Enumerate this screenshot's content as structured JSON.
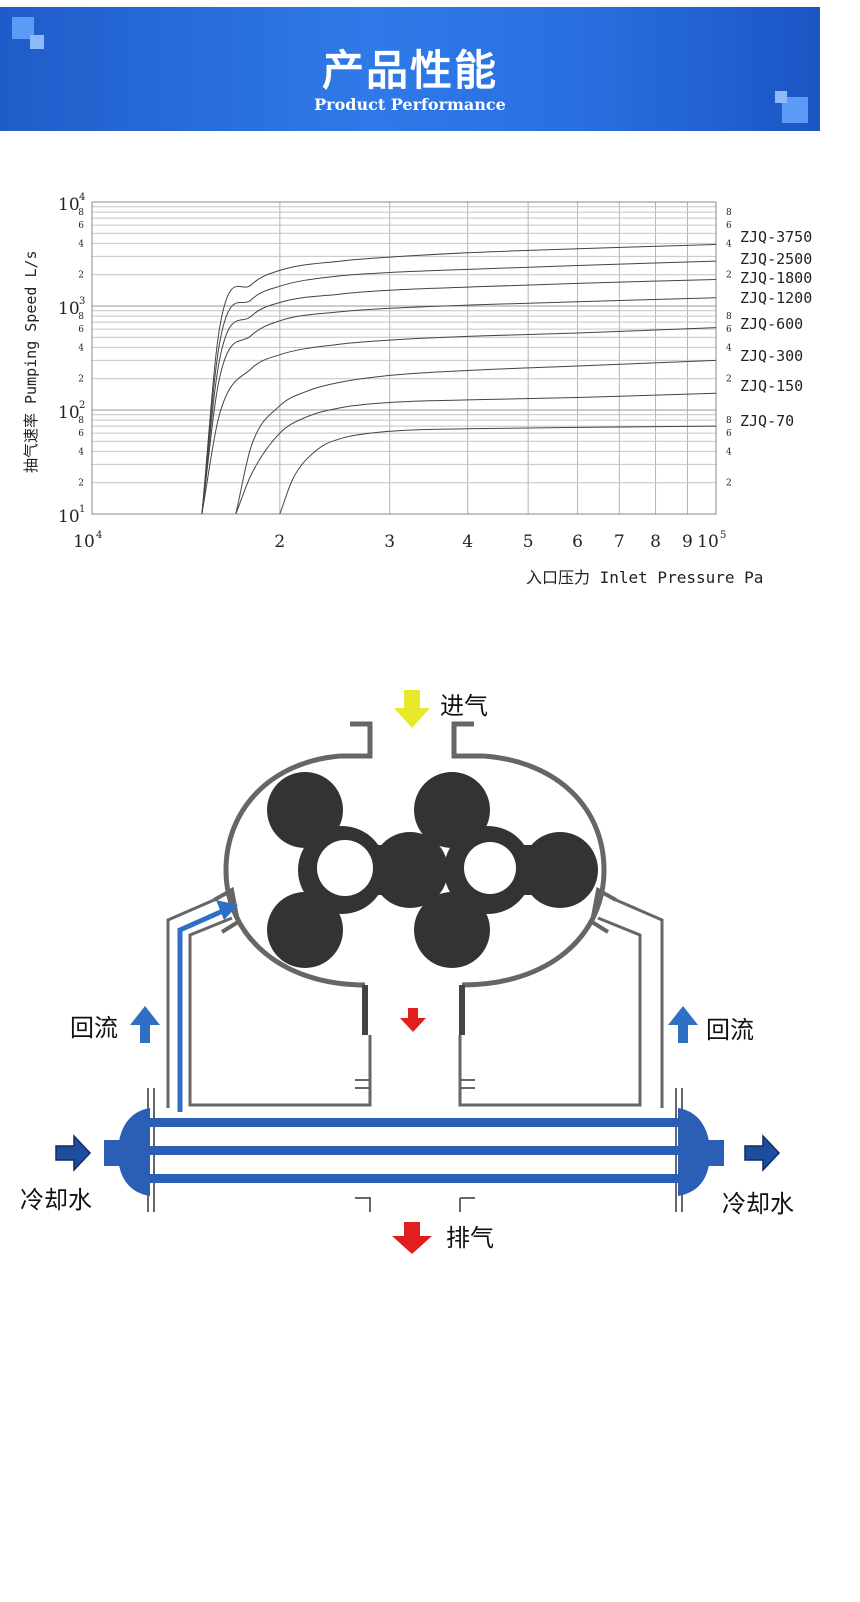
{
  "header": {
    "title": "产品性能",
    "subtitle": "Product Performance"
  },
  "chart_data": {
    "type": "line",
    "xlabel": "入口压力 Inlet Pressure Pa",
    "ylabel": "抽气速率 Pumping Speed L/s",
    "x_scale": "log",
    "y_scale": "log",
    "xlim": [
      10000,
      100000
    ],
    "ylim": [
      10,
      10000
    ],
    "grid": true,
    "x_ticks": [
      {
        "value": 10000,
        "label": "10",
        "sup": "4"
      },
      {
        "value": 20000,
        "label": "2"
      },
      {
        "value": 30000,
        "label": "3"
      },
      {
        "value": 40000,
        "label": "4"
      },
      {
        "value": 50000,
        "label": "5"
      },
      {
        "value": 60000,
        "label": "6"
      },
      {
        "value": 70000,
        "label": "7"
      },
      {
        "value": 80000,
        "label": "8"
      },
      {
        "value": 90000,
        "label": "9"
      },
      {
        "value": 100000,
        "label": "10",
        "sup": "5"
      }
    ],
    "y_decades": [
      {
        "value": 10,
        "label": "10",
        "sup": "1"
      },
      {
        "value": 100,
        "label": "10",
        "sup": "2"
      },
      {
        "value": 1000,
        "label": "10",
        "sup": "3"
      },
      {
        "value": 10000,
        "label": "10",
        "sup": "4"
      }
    ],
    "y_minor_labels": [
      "2",
      "4",
      "6",
      "8"
    ],
    "series": [
      {
        "name": "ZJQ-3750",
        "x": [
          15000,
          16000,
          18000,
          20000,
          25000,
          30000,
          40000,
          60000,
          100000
        ],
        "y": [
          10,
          600,
          1600,
          2200,
          2700,
          2950,
          3250,
          3550,
          3900
        ]
      },
      {
        "name": "ZJQ-2500",
        "x": [
          15000,
          16000,
          18000,
          20000,
          25000,
          30000,
          40000,
          60000,
          100000
        ],
        "y": [
          10,
          430,
          1150,
          1550,
          1950,
          2100,
          2250,
          2450,
          2700
        ]
      },
      {
        "name": "ZJQ-1800",
        "x": [
          15000,
          16000,
          18000,
          20000,
          25000,
          30000,
          40000,
          60000,
          100000
        ],
        "y": [
          10,
          300,
          800,
          1080,
          1300,
          1420,
          1520,
          1650,
          1800
        ]
      },
      {
        "name": "ZJQ-1200",
        "x": [
          15000,
          16000,
          18000,
          20000,
          25000,
          30000,
          40000,
          60000,
          100000
        ],
        "y": [
          10,
          200,
          520,
          720,
          880,
          950,
          1020,
          1100,
          1200
        ]
      },
      {
        "name": "ZJQ-600",
        "x": [
          15000,
          16000,
          18000,
          20000,
          25000,
          30000,
          40000,
          60000,
          100000
        ],
        "y": [
          10,
          90,
          250,
          340,
          430,
          470,
          510,
          550,
          620
        ]
      },
      {
        "name": "ZJQ-300",
        "x": [
          17000,
          18000,
          20000,
          22000,
          25000,
          30000,
          40000,
          60000,
          100000
        ],
        "y": [
          10,
          45,
          110,
          150,
          185,
          215,
          240,
          265,
          300
        ]
      },
      {
        "name": "ZJQ-150",
        "x": [
          17000,
          18000,
          20000,
          22000,
          25000,
          30000,
          40000,
          60000,
          100000
        ],
        "y": [
          10,
          24,
          60,
          85,
          105,
          118,
          125,
          132,
          145
        ]
      },
      {
        "name": "ZJQ-70",
        "x": [
          20000,
          21000,
          23000,
          25000,
          28000,
          32000,
          40000,
          60000,
          100000
        ],
        "y": [
          10,
          22,
          42,
          53,
          60,
          64,
          66,
          68,
          70
        ]
      }
    ]
  },
  "diagram": {
    "inlet_label": "进气",
    "outlet_label": "排气",
    "return_left_label": "回流",
    "return_right_label": "回流",
    "cooling_left_label": "冷却水",
    "cooling_right_label": "冷却水"
  },
  "colors": {
    "banner": "#2a6fe0",
    "rotor": "#333333",
    "casing": "#666666",
    "cooler": "#2a5fb5",
    "return_arrow": "#2f6fc4",
    "inlet_arrow": "#e8e82a",
    "outlet_arrow": "#e21f1f",
    "water_arrow": "#1f4d9e"
  }
}
